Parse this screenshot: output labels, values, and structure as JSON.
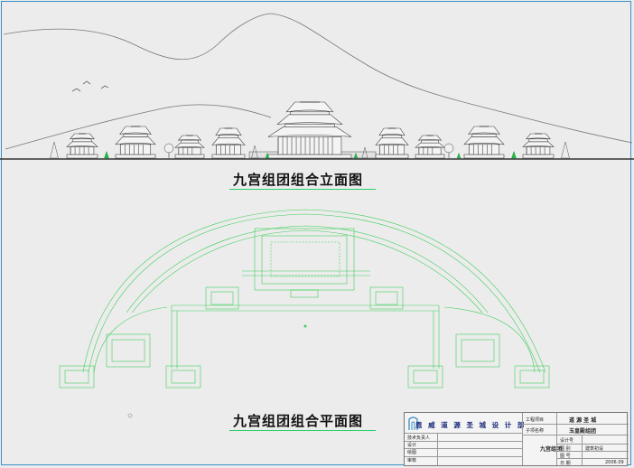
{
  "drawing": {
    "elevation_title": "九宫组团组合立面图",
    "plan_title": "九宫组团组合平面图"
  },
  "title_block": {
    "org_name": "恩 威 道 源 圣 城 设 计 部",
    "project_label": "工程项目",
    "project_value": "道 源 圣 城",
    "subitem_label": "子项名称",
    "subitem_value": "玉皇殿组团",
    "design_no_label": "设计号",
    "drawing_label": "图 别",
    "drawing_value": "建筑初设",
    "sheet_label": "图 号",
    "date_label": "日 期",
    "date_value": "2006.09",
    "drawing_name": "九宫组团",
    "roles": [
      "技术负责人",
      "设计",
      "绘图",
      "审核"
    ]
  },
  "colors": {
    "sheet": "#ececec",
    "line": "#555555",
    "plan_green": "#3ecf5a",
    "tree_green": "#22c04a",
    "accent_blue": "#3a8fc9"
  }
}
